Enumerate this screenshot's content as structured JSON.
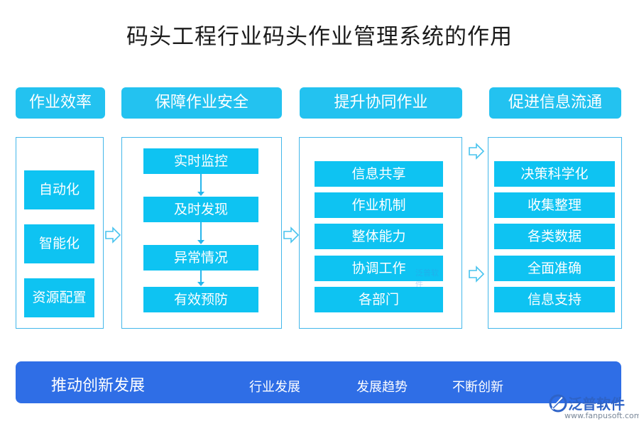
{
  "title": "码头工程行业码头作业管理系统的作用",
  "columns": [
    {
      "header": "作业效率",
      "items": [
        "自动化",
        "智能化",
        "资源配置"
      ]
    },
    {
      "header": "保障作业安全",
      "items": [
        "实时监控",
        "及时发现",
        "异常情况",
        "有效预防"
      ]
    },
    {
      "header": "提升协同作业",
      "items": [
        "信息共享",
        "作业机制",
        "整体能力",
        "协调工作",
        "各部门"
      ]
    },
    {
      "header": "促进信息流通",
      "items": [
        "决策科学化",
        "收集整理",
        "各类数据",
        "全面准确",
        "信息支持"
      ]
    }
  ],
  "bottom": {
    "main": "推动创新发展",
    "items": [
      "行业发展",
      "发展趋势",
      "不断创新"
    ]
  },
  "watermark": "泛普软件",
  "logo": {
    "name": "泛普软件",
    "url": "www.fanpusoft.com"
  },
  "colors": {
    "header": "#23c2f0",
    "box": "#0ec3f2",
    "panel_border": "#43b7ea",
    "bottom_bar": "#2f6ee6",
    "arrow": "#27b6ec"
  }
}
